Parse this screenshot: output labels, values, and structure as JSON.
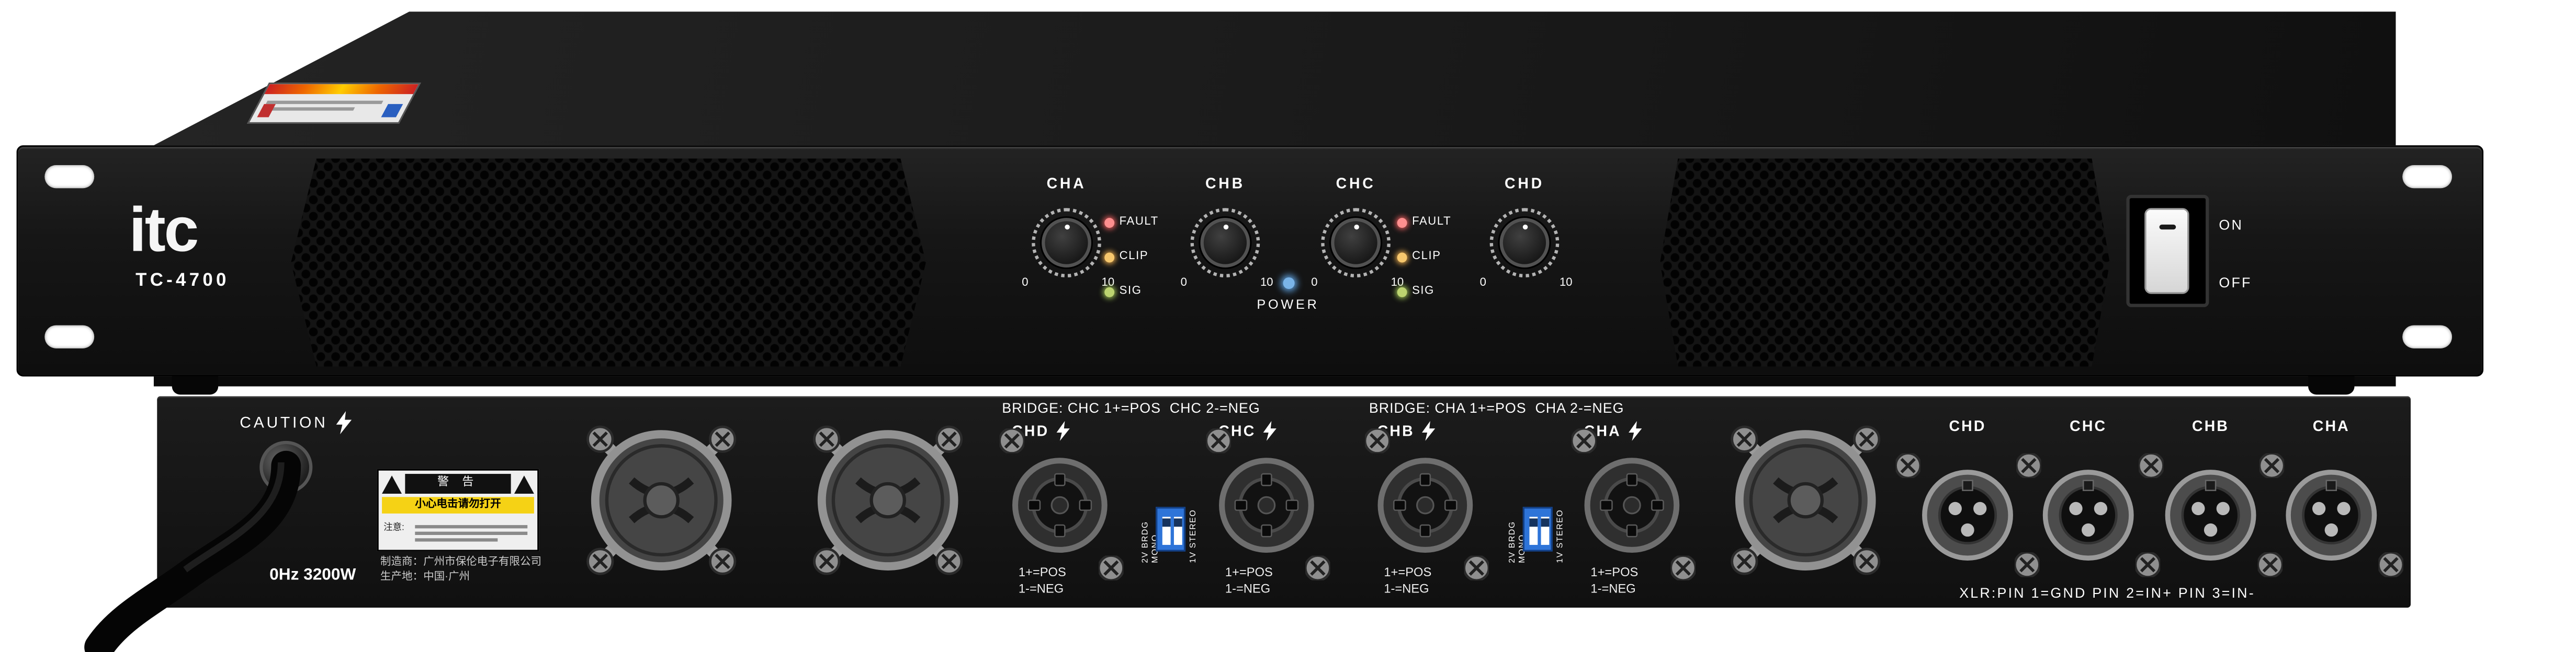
{
  "device": {
    "brand": "itc",
    "model": "TC-4700"
  },
  "front": {
    "channels": [
      {
        "label": "CHA"
      },
      {
        "label": "CHB"
      },
      {
        "label": "CHC"
      },
      {
        "label": "CHD"
      }
    ],
    "led_labels": [
      "FAULT",
      "CLIP",
      "SIG"
    ],
    "knob_scale": {
      "min": "0",
      "max": "10"
    },
    "power_label": "POWER",
    "switch": {
      "on": "ON",
      "off": "OFF"
    },
    "colors": {
      "fault": "#ff8f8f",
      "clip": "#f6c76d",
      "sig": "#bcd470",
      "power": "#7ab4e8"
    }
  },
  "rear": {
    "caution": "CAUTION",
    "power_rating": "0Hz 3200W",
    "warning_label": {
      "title": "警 告",
      "caution_line": "小心电击请勿打开",
      "note": "注意:"
    },
    "manufacturer_lines": [
      "制造商：广州市保伦电子有限公司",
      "生产地：中国·广州"
    ],
    "bridge_labels": [
      "BRIDGE: CHC 1+=POS  CHC 2-=NEG",
      "BRIDGE: CHA 1+=POS  CHA 2-=NEG"
    ],
    "speakons": [
      {
        "label": "CHD",
        "pos": "1+=POS",
        "neg": "1-=NEG"
      },
      {
        "label": "CHC",
        "pos": "1+=POS",
        "neg": "1-=NEG"
      },
      {
        "label": "CHB",
        "pos": "1+=POS",
        "neg": "1-=NEG"
      },
      {
        "label": "CHA",
        "pos": "1+=POS",
        "neg": "1-=NEG"
      }
    ],
    "dip_switch": {
      "left_label": "2V BRDG MONO",
      "right_label": "1V STEREO"
    },
    "xlr_channels": [
      "CHD",
      "CHC",
      "CHB",
      "CHA"
    ],
    "xlr_note": "XLR:PIN 1=GND PIN 2=IN+ PIN 3=IN-"
  }
}
